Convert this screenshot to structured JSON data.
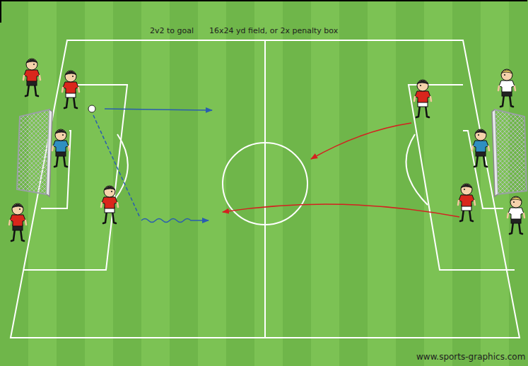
{
  "diagram": {
    "title": "2v2 to goal",
    "labels": [
      "16x24 yd field, or 2x penalty box",
      "www.sports-graphics.com"
    ]
  }
}
